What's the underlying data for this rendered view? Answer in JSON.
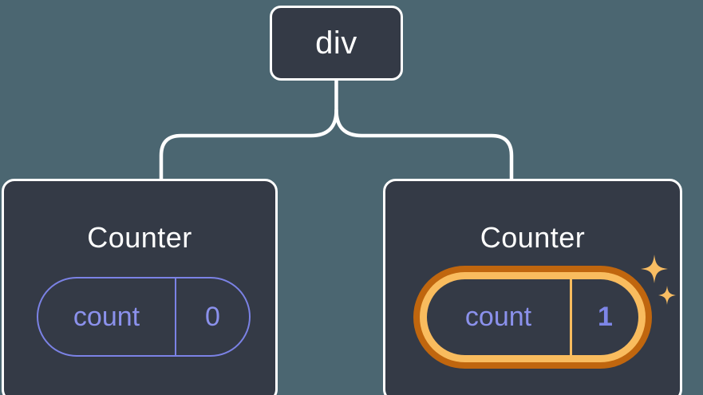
{
  "tree": {
    "root": {
      "label": "div"
    },
    "children": [
      {
        "title": "Counter",
        "state": {
          "label": "count",
          "value": "0",
          "highlighted": false
        }
      },
      {
        "title": "Counter",
        "state": {
          "label": "count",
          "value": "1",
          "highlighted": true
        }
      }
    ]
  },
  "icons": {
    "sparkles": "sparkles-icon"
  },
  "colors": {
    "background": "#4b6671",
    "node_fill": "#343a46",
    "node_border": "#ffffff",
    "connector": "#ffffff",
    "title_text": "#ffffff",
    "state_border_purple": "#7b82e5",
    "state_text_purple": "#8b91ec",
    "state_value_purple": "#7e86e8",
    "highlight_ring_dark_orange": "#c0660e",
    "highlight_ring_light_orange": "#f9bc5e",
    "sparkle_orange": "#f8bd63"
  }
}
